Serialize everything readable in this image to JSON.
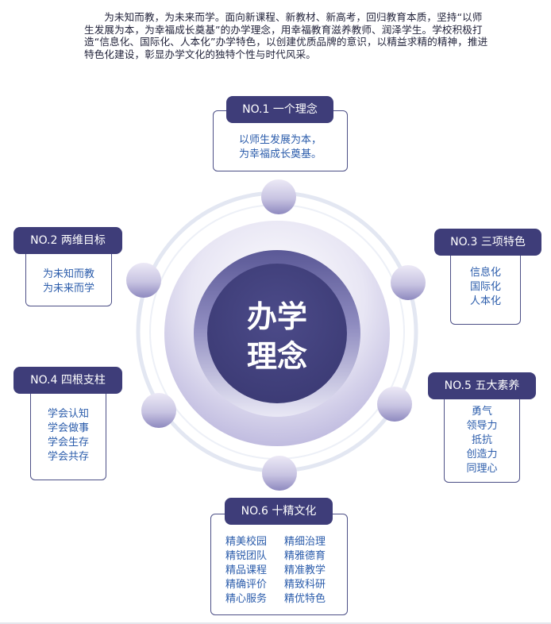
{
  "intro": {
    "paragraph": "为未知而教，为未来而学。面向新课程、新教材、新高考，回归教育本质，坚持“以师生发展为本，为幸福成长奠基”的办学理念，用幸福教育滋养教师、润泽学生。学校积极打造“信息化、国际化、人本化”办学特色，以创建优质品牌的意识，以精益求精的精神，推进特色化建设，彰显办学文化的独特个性与时代风采。"
  },
  "center": {
    "line1": "办学",
    "line2": "理念"
  },
  "nodes": {
    "no1": {
      "label": "NO.1 一个理念",
      "lines": [
        "以师生发展为本，",
        "为幸福成长奠基。"
      ]
    },
    "no2": {
      "label": "NO.2 两维目标",
      "lines": [
        "为未知而教",
        "为未来而学"
      ]
    },
    "no3": {
      "label": "NO.3 三项特色",
      "lines": [
        "信息化",
        "国际化",
        "人本化"
      ]
    },
    "no4": {
      "label": "NO.4 四根支柱",
      "lines": [
        "学会认知",
        "学会做事",
        "学会生存",
        "学会共存"
      ]
    },
    "no5": {
      "label": "NO.5 五大素养",
      "lines": [
        "勇气",
        "领导力",
        "抵抗",
        "创造力",
        "同理心"
      ]
    },
    "no6": {
      "label": "NO.6 十精文化",
      "left": [
        "精美校园",
        "精锐团队",
        "精品课程",
        "精确评价",
        "精心服务"
      ],
      "right": [
        "精细治理",
        "精雅德育",
        "精准教学",
        "精致科研",
        "精优特色"
      ]
    }
  },
  "colors": {
    "navy": "#3e3d79",
    "text_blue": "#2b5cab",
    "ring": "#dfe4f0",
    "box_border": "#4c4f86",
    "dot_lavender": "#c9c6e3"
  },
  "icons": {
    "satellite_dots": "lavender-sphere"
  }
}
